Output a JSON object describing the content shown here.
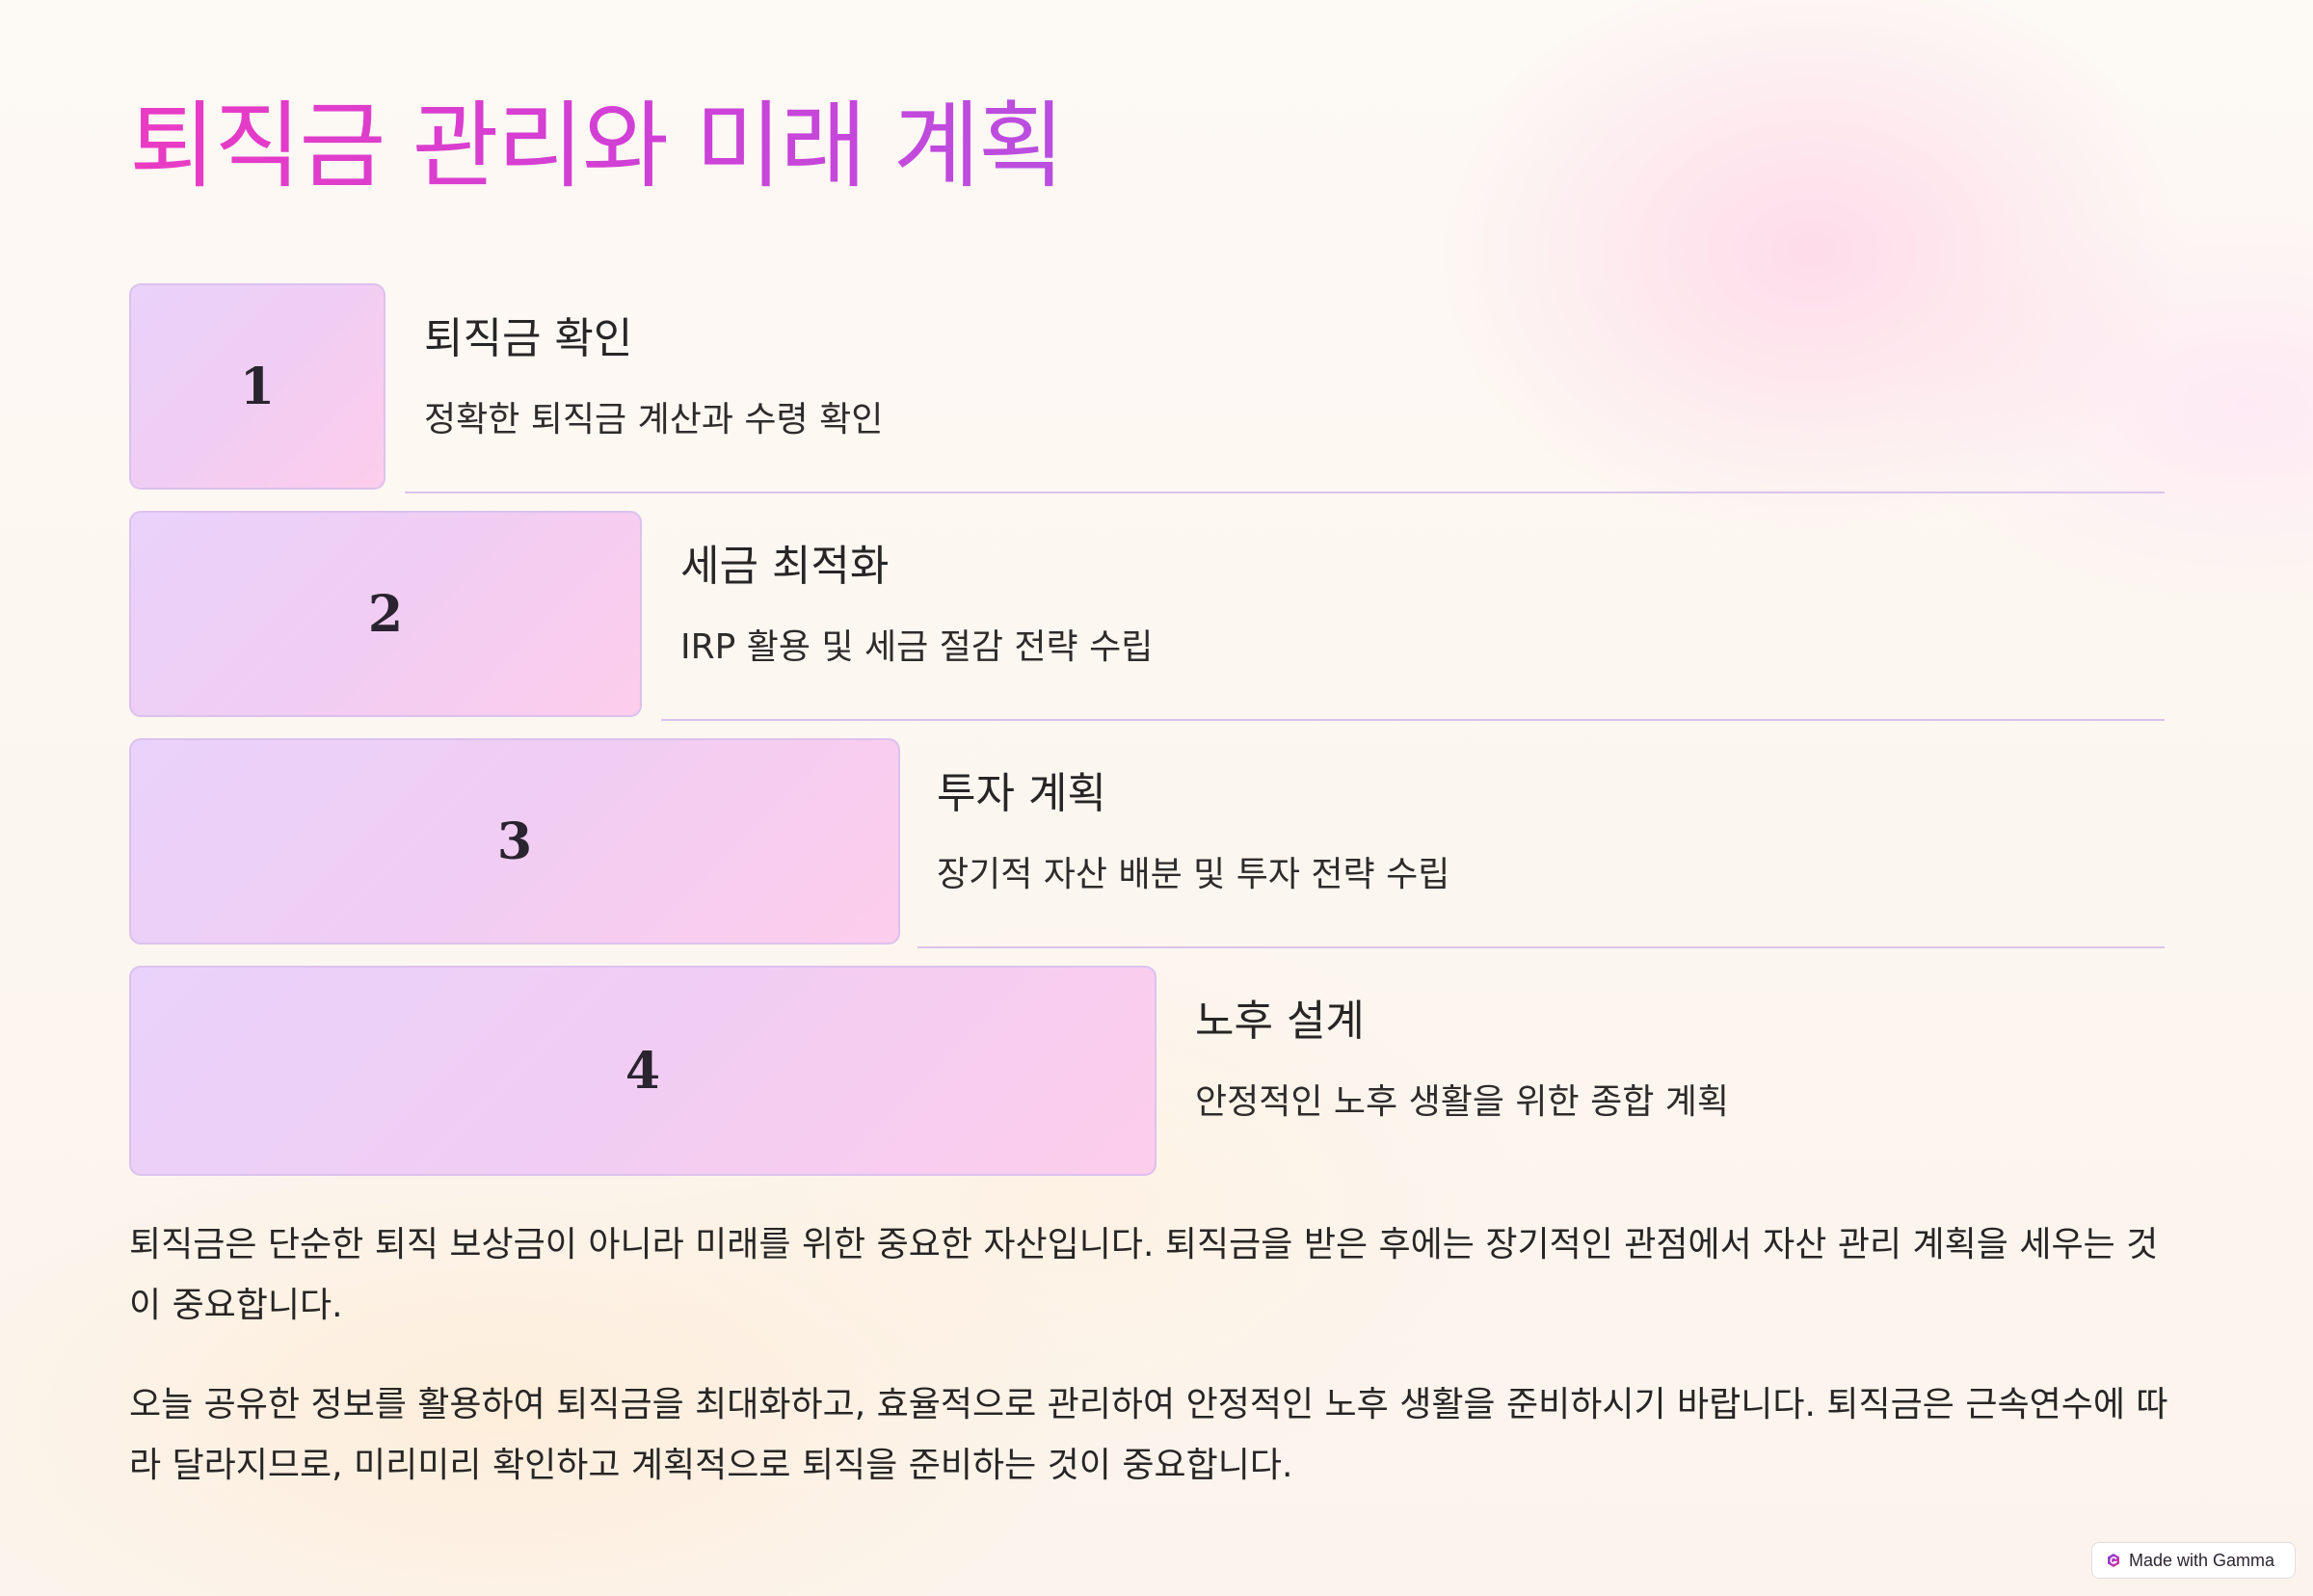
{
  "title": "퇴직금 관리와 미래 계획",
  "steps": [
    {
      "number": "1",
      "heading": "퇴직금 확인",
      "description": "정확한 퇴직금 계산과 수령 확인"
    },
    {
      "number": "2",
      "heading": "세금 최적화",
      "description": "IRP 활용 및 세금 절감 전략 수립"
    },
    {
      "number": "3",
      "heading": "투자 계획",
      "description": "장기적 자산 배분 및 투자 전략 수립"
    },
    {
      "number": "4",
      "heading": "노후 설계",
      "description": "안정적인 노후 생활을 위한 종합 계획"
    }
  ],
  "paragraphs": [
    "퇴직금은 단순한 퇴직 보상금이 아니라 미래를 위한 중요한 자산입니다. 퇴직금을 받은 후에는 장기적인 관점에서 자산 관리 계획을 세우는 것이 중요합니다.",
    "오늘 공유한 정보를 활용하여 퇴직금을 최대화하고, 효율적으로 관리하여 안정적인 노후 생활을 준비하시기 바랍니다. 퇴직금은 근속연수에 따라 달라지므로, 미리미리 확인하고 계획적으로 퇴직을 준비하는 것이 중요합니다."
  ],
  "badge": {
    "label": "Made with Gamma",
    "icon": "gamma-logo-icon"
  },
  "colors": {
    "title_gradient_start": "#ea3bc4",
    "title_gradient_end": "#b94fe0",
    "box_gradient_start": "#e9d2fb",
    "box_gradient_end": "#fdcdec",
    "rule": "#dbc2ee"
  }
}
